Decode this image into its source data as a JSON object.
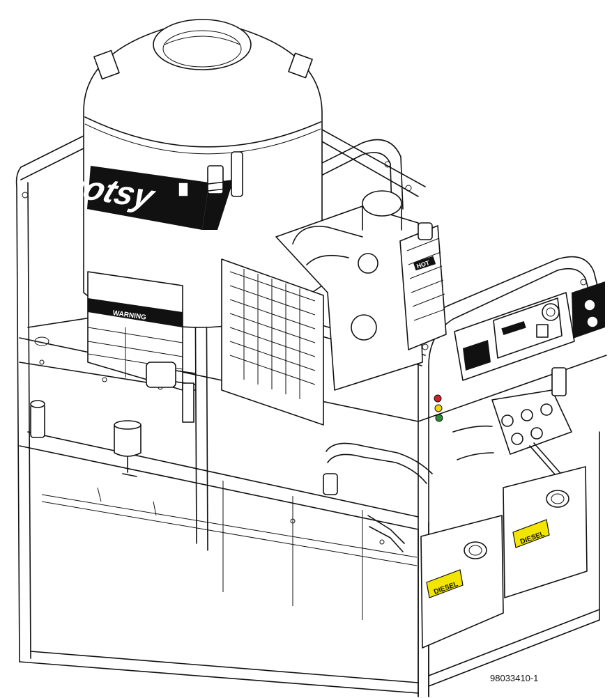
{
  "figure": {
    "part_number": "98033410-1",
    "tank_brand": "hotsy",
    "warning_label": "WARNING",
    "radiator_label": "HOT",
    "fuel_label_1": "DIESEL",
    "fuel_label_2": "DIESEL"
  },
  "colors": {
    "line": "#111111",
    "background": "#ffffff",
    "fuel_label": "#f2e600",
    "indicator_red": "#d0202a",
    "indicator_yellow": "#f2d600",
    "indicator_green": "#2e8b3a"
  }
}
